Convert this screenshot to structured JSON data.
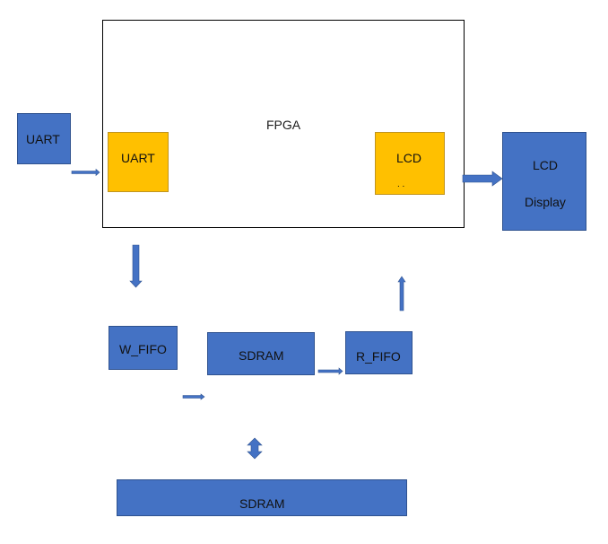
{
  "fpga": {
    "label": "FPGA"
  },
  "external_uart": {
    "label": "UART"
  },
  "internal_uart": {
    "label": "UART"
  },
  "internal_lcd": {
    "label": "LCD",
    "marks": ". ."
  },
  "lcd_display": {
    "line1": "LCD",
    "line2": "Display"
  },
  "w_fifo": {
    "label": "W_FIFO"
  },
  "sdram_mid": {
    "label": "SDRAM"
  },
  "r_fifo": {
    "label": "R_FIFO"
  },
  "sdram_bottom": {
    "label": "SDRAM"
  },
  "colors": {
    "block_blue": "#4472c4",
    "block_gold": "#ffc000",
    "arrow_fill": "#4472c4",
    "arrow_stroke": "#2f528f"
  }
}
